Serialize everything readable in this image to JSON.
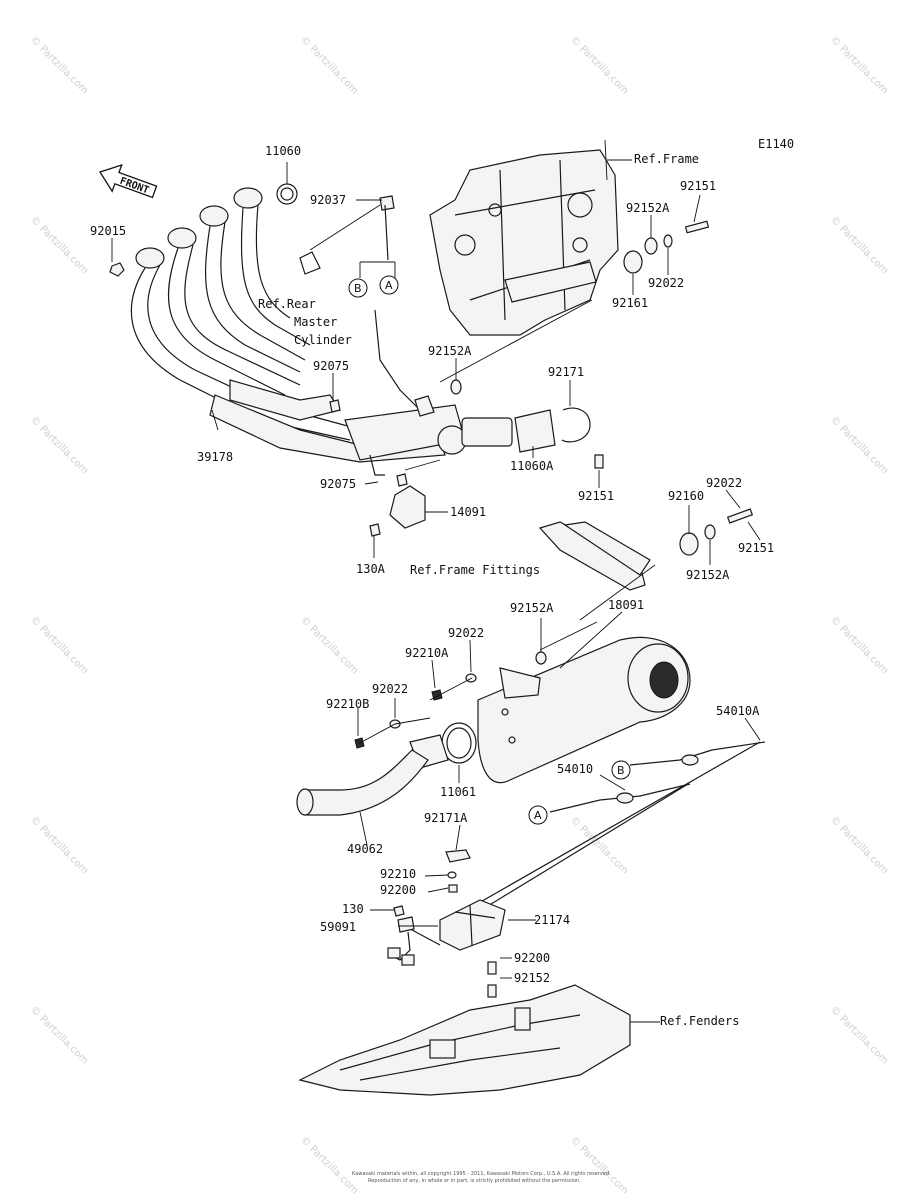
{
  "diagram_code": "E1140",
  "front_arrow_text": "FRONT",
  "callouts": {
    "a": "A",
    "b": "B"
  },
  "references": {
    "frame": "Ref.Frame",
    "rear_master_cylinder_line1": "Ref.Rear",
    "rear_master_cylinder_line2": "Master",
    "rear_master_cylinder_line3": "Cylinder",
    "frame_fittings": "Ref.Frame Fittings",
    "fenders": "Ref.Fenders"
  },
  "parts": {
    "p11060": "11060",
    "p92037": "92037",
    "p92015": "92015",
    "p92075_upper": "92075",
    "p39178": "39178",
    "p92075_lower": "92075",
    "p130A": "130A",
    "p14091": "14091",
    "p92151_top": "92151",
    "p92152A_top": "92152A",
    "p92022_top": "92022",
    "p92161": "92161",
    "p92152A_mid": "92152A",
    "p92171": "92171",
    "p11060A": "11060A",
    "p92151_mid": "92151",
    "p92160": "92160",
    "p92022_right": "92022",
    "p92151_right": "92151",
    "p92152A_right": "92152A",
    "p92152A_lower": "92152A",
    "p18091": "18091",
    "p92022_a": "92022",
    "p92210A": "92210A",
    "p92022_b": "92022",
    "p92210B": "92210B",
    "p11061": "11061",
    "p54010A": "54010A",
    "p54010": "54010",
    "p49062": "49062",
    "p92171A": "92171A",
    "p92210": "92210",
    "p92200_top": "92200",
    "p130": "130",
    "p21174": "21174",
    "p59091": "59091",
    "p92200_bottom": "92200",
    "p92152": "92152"
  },
  "watermark_text": "© Partzilla.com",
  "copyright_lines": [
    "Kawasaki materials within, all copyright 1995 - 2011, Kawasaki Motors Corp., U.S.A. All rights reserved.",
    "Reproduction of any, in whole or in part, is strictly prohibited without the permission."
  ]
}
